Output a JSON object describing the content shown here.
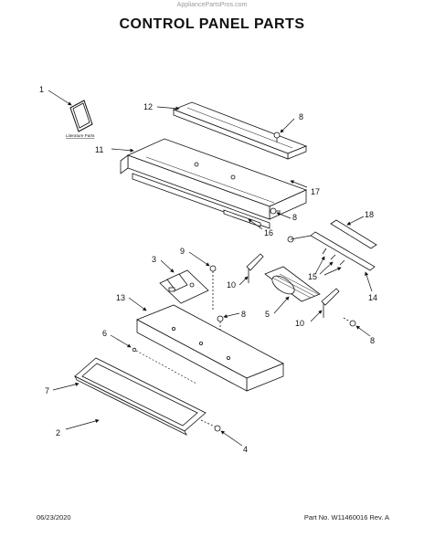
{
  "watermark": "AppliancePartsPros.com",
  "title": "CONTROL PANEL PARTS",
  "literature_label": "Literature Parts",
  "callouts": {
    "c1": "1",
    "c12": "12",
    "c8a": "8",
    "c11": "11",
    "c17": "17",
    "c8b": "8",
    "c18": "18",
    "c16": "16",
    "c9": "9",
    "c3": "3",
    "c10a": "10",
    "c8c": "8",
    "c15": "15",
    "c14": "14",
    "c13": "13",
    "c5": "5",
    "c10b": "10",
    "c8d": "8",
    "c6": "6",
    "c7": "7",
    "c2": "2",
    "c4": "4"
  },
  "footer": {
    "date": "06/23/2020",
    "part_no": "Part No. W11460016  Rev. A"
  }
}
